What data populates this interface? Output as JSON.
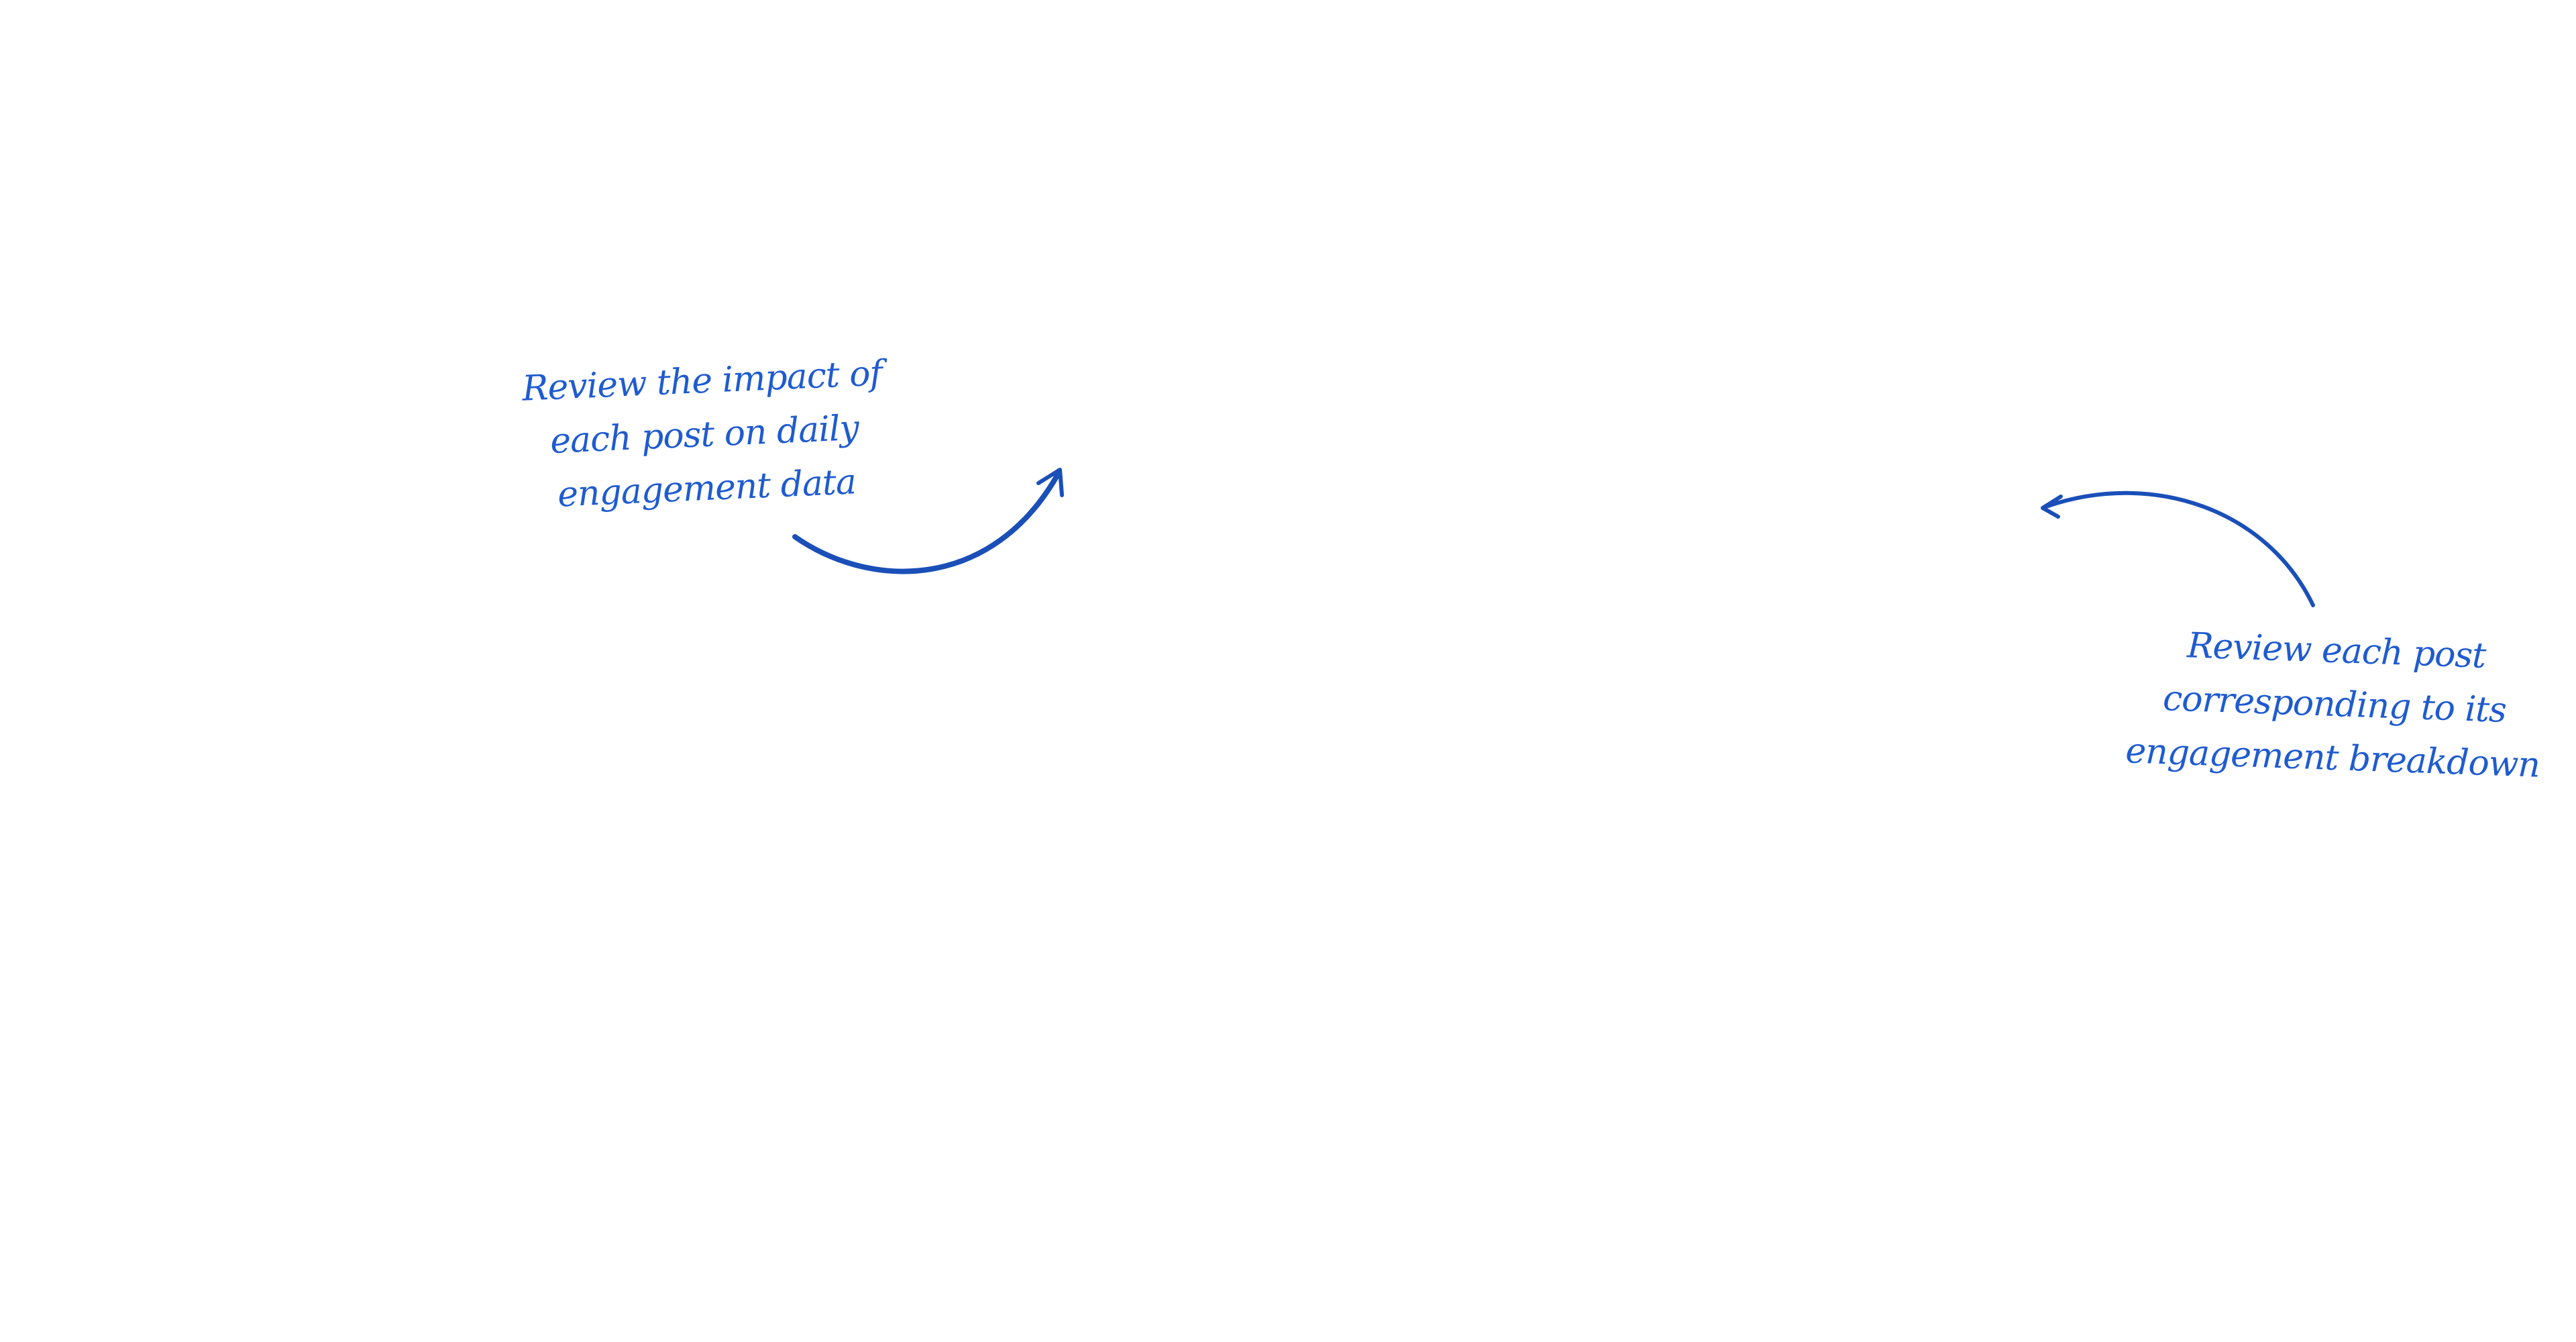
{
  "annotations": {
    "left": {
      "lines": [
        "Review the impact of",
        "each post on daily",
        "engagement data"
      ]
    },
    "right": {
      "lines": [
        "Review each post",
        "corresponding to its",
        "engagement breakdown"
      ]
    }
  },
  "icons": {
    "left_arrow": "curved-arrow-up-right-icon",
    "right_arrow": "curved-arrow-left-icon"
  },
  "colors": {
    "annotation_text": "#1f5bd0",
    "arrow_stroke": "#1a4fb8",
    "background": "#ffffff"
  }
}
